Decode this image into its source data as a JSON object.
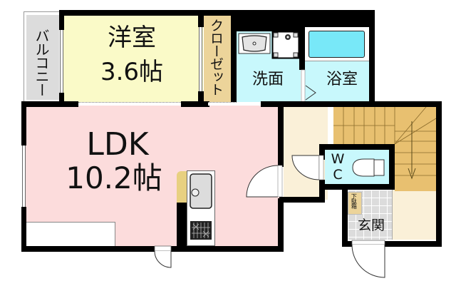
{
  "plan": {
    "colors": {
      "wall": "#000000",
      "western_room": "#fafac8",
      "balcony": "#dcdcdc",
      "closet": "#ecd49a",
      "ldk": "#fcdcdc",
      "wet_area": "#c8f8fc",
      "bathtub": "#78e8f8",
      "hall": "#faf0d8",
      "stairs": "#e8c070",
      "entrance_tile": "#dcdcdc",
      "shoe_box": "#ecd49a",
      "counter": "#e8d080"
    },
    "rooms": {
      "western": {
        "name": "洋室",
        "size": "3.6帖"
      },
      "balcony": {
        "name": "バルコニー"
      },
      "closet": {
        "name": "クローゼット"
      },
      "ldk": {
        "name": "LDK",
        "size": "10.2帖"
      },
      "washroom": {
        "name": "洗面"
      },
      "bathroom": {
        "name": "浴室"
      },
      "toilet": {
        "name_line1": "W",
        "name_line2": "C"
      },
      "shoe_box": {
        "name": "下駄箱"
      },
      "entrance": {
        "name": "玄関"
      }
    }
  }
}
